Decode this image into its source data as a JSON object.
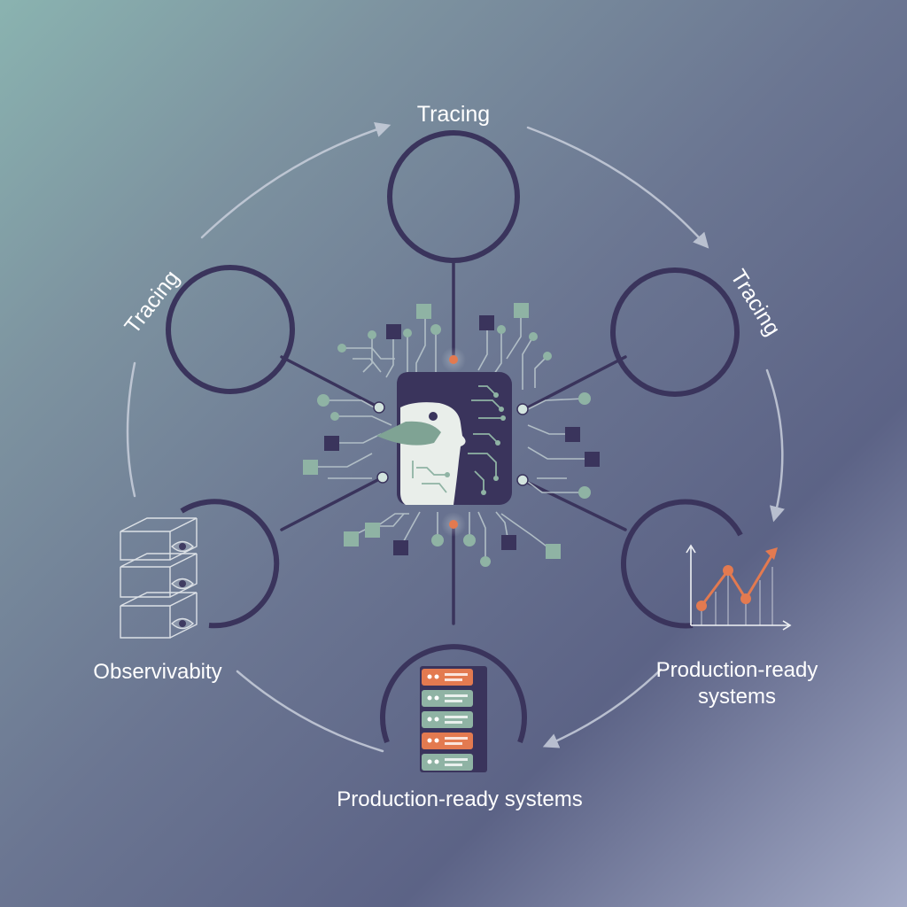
{
  "labels": {
    "tracing_top": "Tracing",
    "tracing_left": "Tracing",
    "tracing_right": "Tracing",
    "observability": "Observivabity",
    "production_right_line1": "Production-ready",
    "production_right_line2": "systems",
    "production_bottom": "Production-ready systems"
  },
  "icons": {
    "center": "robot-bird-circuit-head-icon",
    "left": "stacked-eye-cubes-icon",
    "bottom": "server-rack-icon",
    "right": "line-chart-icon"
  },
  "colors": {
    "ring": "#3a345c",
    "accent": "#e37a50",
    "teal": "#8fb3a4",
    "cycle_arrow": "#c9cfdc"
  }
}
